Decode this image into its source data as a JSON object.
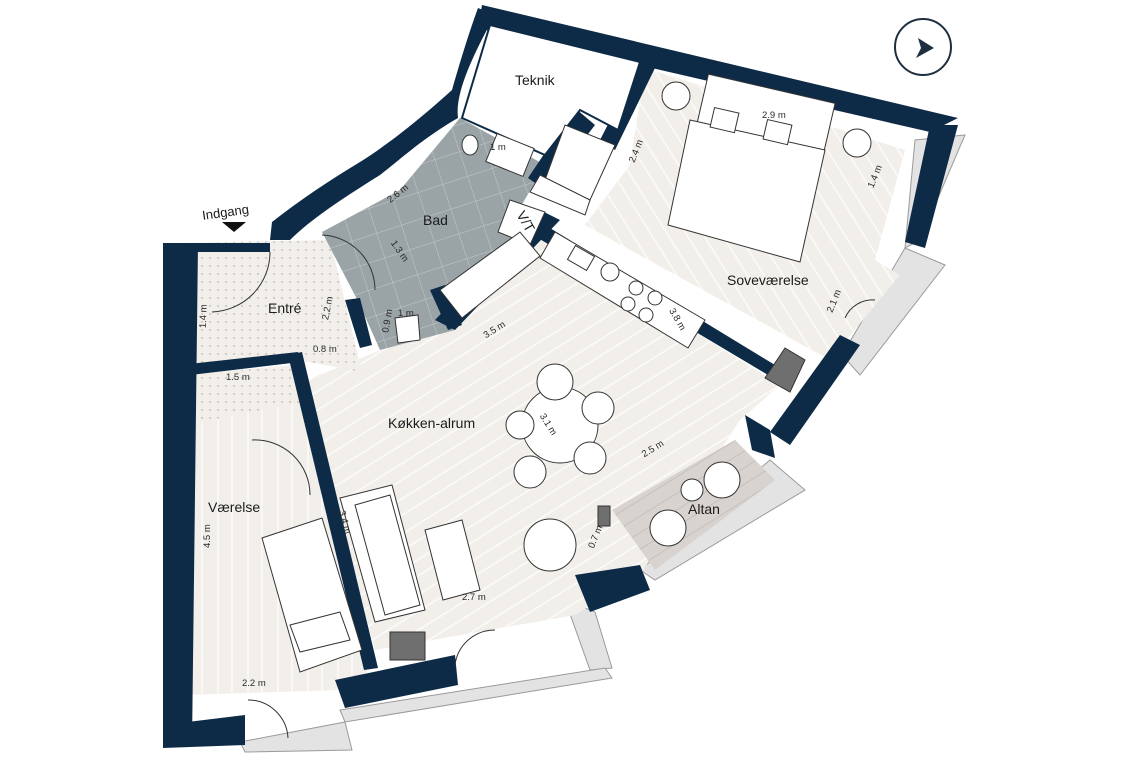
{
  "colors": {
    "wall": "#0d2b47",
    "floor": "#f2efea",
    "bathroom": "#9aa3a6",
    "balcony": "#d8d3cf",
    "line": "#333333"
  },
  "rooms": {
    "teknik": "Teknik",
    "bad": "Bad",
    "entre": "Entré",
    "sovevaerelse": "Soveværelse",
    "kokken_alrum": "Køkken-alrum",
    "vaerelse": "Værelse",
    "altan": "Altan"
  },
  "entrance": {
    "label": "Indgang"
  },
  "fixtures": {
    "washer_dryer_label": "V/T"
  },
  "compass": {
    "icon": "north-arrow-icon"
  },
  "dimensions": {
    "d_2_9": "2.9 m",
    "d_2_4": "2.4 m",
    "d_1_4_bed": "1.4 m",
    "d_2_1": "2.1 m",
    "d_2_6": "2.6 m",
    "d_1_3": "1.3 m",
    "d_2_2_entre": "2.2 m",
    "d_1_4_entre": "1.4 m",
    "d_0_8": "0.8 m",
    "d_0_9": "0.9 m",
    "d_1_0": "1 m",
    "d_1_0b": "1 m",
    "d_3_5": "3.5 m",
    "d_3_8": "3.8 m",
    "d_3_1": "3.1 m",
    "d_2_5": "2.5 m",
    "d_0_7": "0.7 m",
    "d_1_5": "1.5 m",
    "d_4_5": "4.5 m",
    "d_3_4": "3.4 m",
    "d_2_7": "2.7 m",
    "d_2_2_room": "2.2 m"
  }
}
